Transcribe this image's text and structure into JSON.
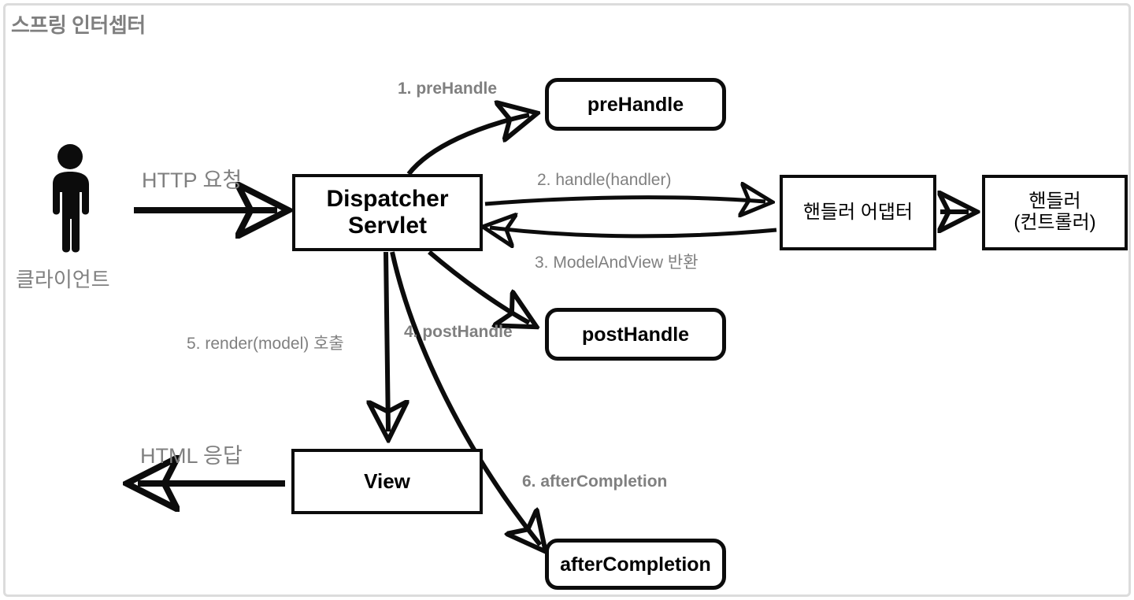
{
  "title": "스프링 인터셉터",
  "theme": {
    "background": "#ffffff",
    "frame_border": "#dcdcdc",
    "node_border": "#0c0c0c",
    "node_text": "#000000",
    "label_text": "#808080",
    "arrow": "#0c0c0c"
  },
  "actors": {
    "client": {
      "icon": "person-icon",
      "label": "클라이언트"
    }
  },
  "nodes": {
    "dispatcher": {
      "label": "Dispatcher\nServlet",
      "shape": "rect"
    },
    "prehandle": {
      "label": "preHandle",
      "shape": "rounded"
    },
    "posthandle": {
      "label": "postHandle",
      "shape": "rounded"
    },
    "aftercompletion": {
      "label": "afterCompletion",
      "shape": "rounded"
    },
    "handler_adapter": {
      "label": "핸들러 어댑터",
      "shape": "rect"
    },
    "handler": {
      "label": "핸들러\n(컨트롤러)",
      "shape": "rect"
    },
    "view": {
      "label": "View",
      "shape": "rect"
    }
  },
  "edge_labels": {
    "http_request": "HTTP 요청",
    "html_response": "HTML 응답",
    "step1": "1. preHandle",
    "step2": "2. handle(handler)",
    "step3": "3. ModelAndView 반환",
    "step4": "4. postHandle",
    "step5": "5. render(model) 호출",
    "step6": "6. afterCompletion"
  },
  "flow_steps": [
    {
      "n": 1,
      "from": "dispatcher",
      "to": "prehandle",
      "label": "1. preHandle"
    },
    {
      "n": 2,
      "from": "dispatcher",
      "to": "handler_adapter",
      "label": "2. handle(handler)"
    },
    {
      "n": 3,
      "from": "handler_adapter",
      "to": "dispatcher",
      "label": "3. ModelAndView 반환"
    },
    {
      "n": 4,
      "from": "dispatcher",
      "to": "posthandle",
      "label": "4. postHandle"
    },
    {
      "n": 5,
      "from": "dispatcher",
      "to": "view",
      "label": "5. render(model) 호출"
    },
    {
      "n": 6,
      "from": "dispatcher",
      "to": "aftercompletion",
      "label": "6. afterCompletion"
    }
  ]
}
